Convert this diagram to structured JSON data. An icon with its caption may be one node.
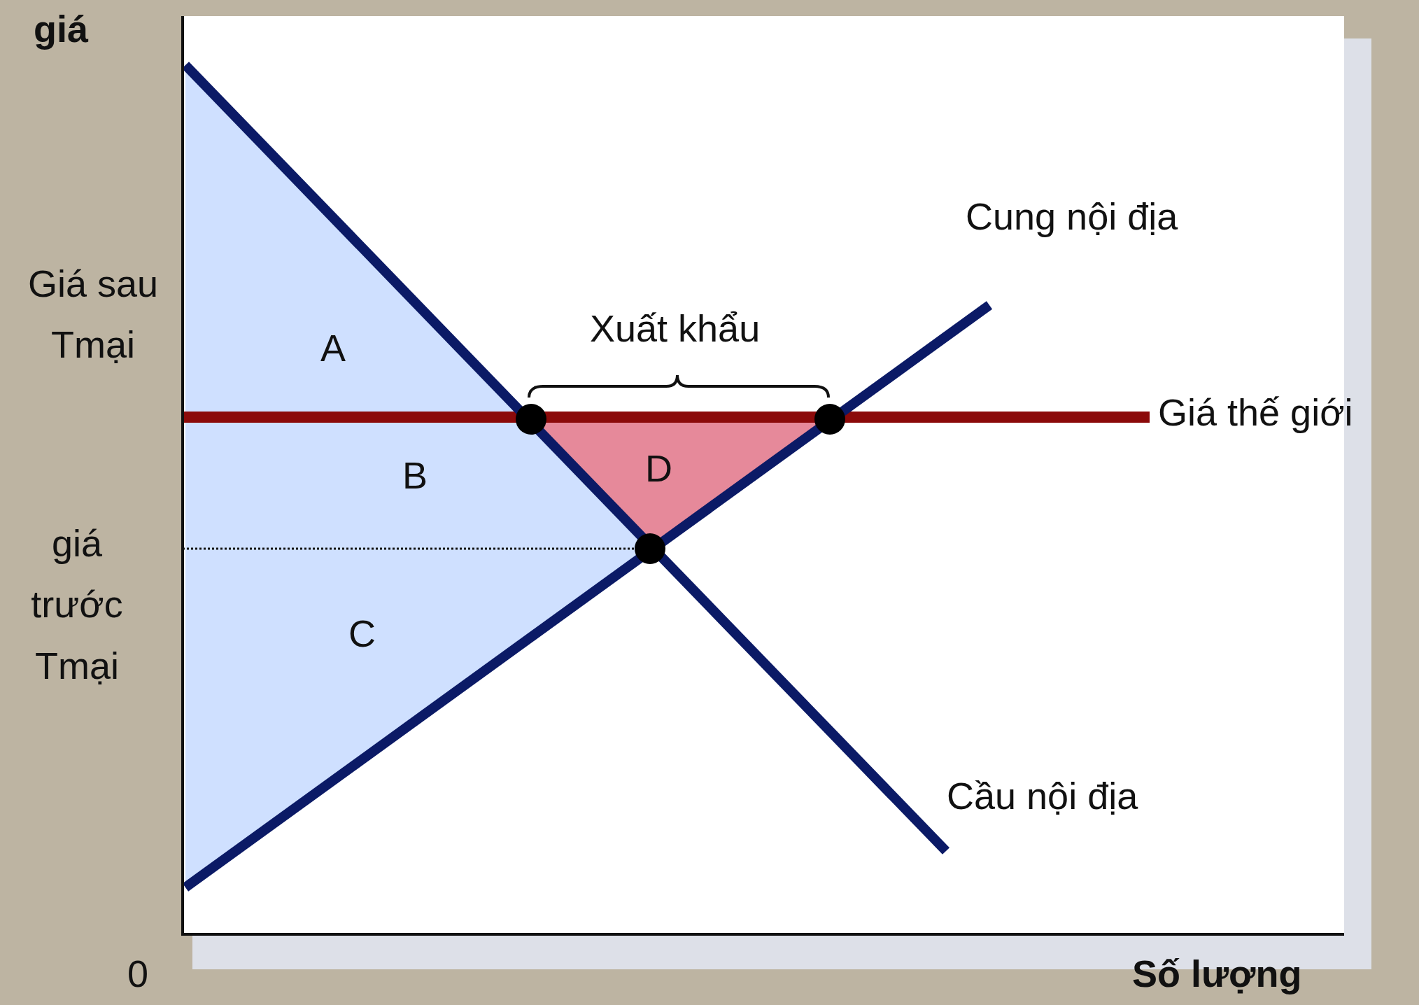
{
  "diagram": {
    "labels": [
      "giá",
      "Cung nội địa",
      "Giá sau Tmại",
      "A",
      "Xuất khẩu",
      "Giá thế giới",
      "B",
      "D",
      "giá trước Tmại",
      "C",
      "Cầu nội địa",
      "0",
      "Số lượng"
    ]
  }
}
